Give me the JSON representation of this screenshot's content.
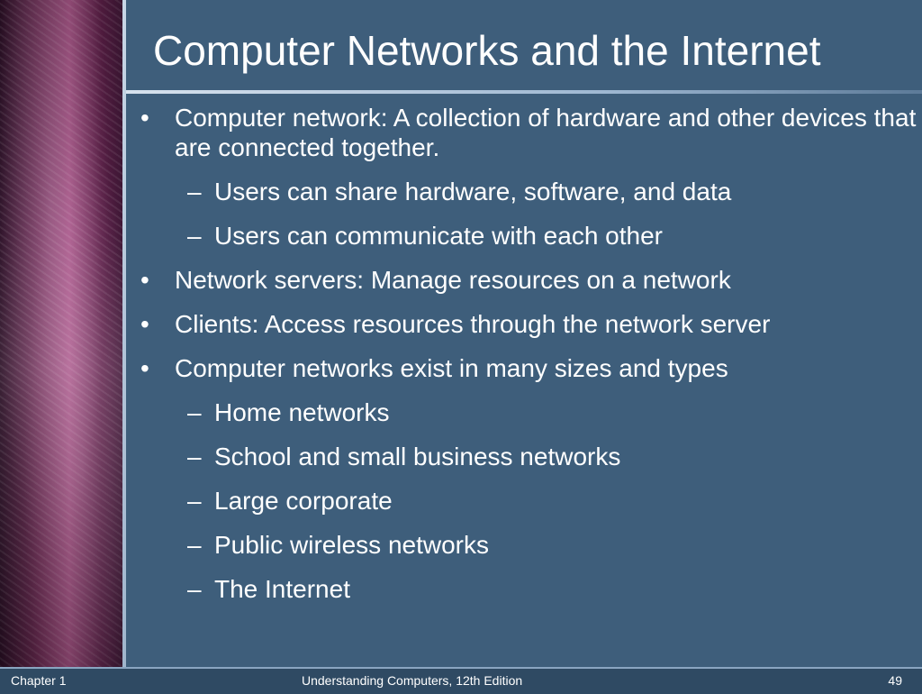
{
  "slide": {
    "title": "Computer Networks and the Internet",
    "bullets": [
      {
        "level": 1,
        "text": "Computer network: A collection of hardware and other devices that are connected together."
      },
      {
        "level": 2,
        "text": "Users can share hardware, software, and data"
      },
      {
        "level": 2,
        "text": "Users  can communicate with each other"
      },
      {
        "level": 1,
        "text": "Network servers: Manage resources on a network"
      },
      {
        "level": 1,
        "text": "Clients: Access resources through the network server"
      },
      {
        "level": 1,
        "text": "Computer networks exist in many sizes and types"
      },
      {
        "level": 2,
        "text": "Home networks"
      },
      {
        "level": 2,
        "text": "School and small business networks"
      },
      {
        "level": 2,
        "text": "Large corporate"
      },
      {
        "level": 2,
        "text": "Public wireless networks"
      },
      {
        "level": 2,
        "text": "The Internet"
      }
    ],
    "bullet_char": "•",
    "dash_char": "–",
    "footer": {
      "left": "Chapter 1",
      "center": "Understanding Computers, 12th Edition",
      "right": "49"
    },
    "colors": {
      "background": "#3e5e7b",
      "text": "#ffffff",
      "accent_rule": "#d7e2ee",
      "footer_bg": "#2f4a63"
    },
    "icons": {
      "side_image": "abstract-mesh-panel"
    }
  }
}
